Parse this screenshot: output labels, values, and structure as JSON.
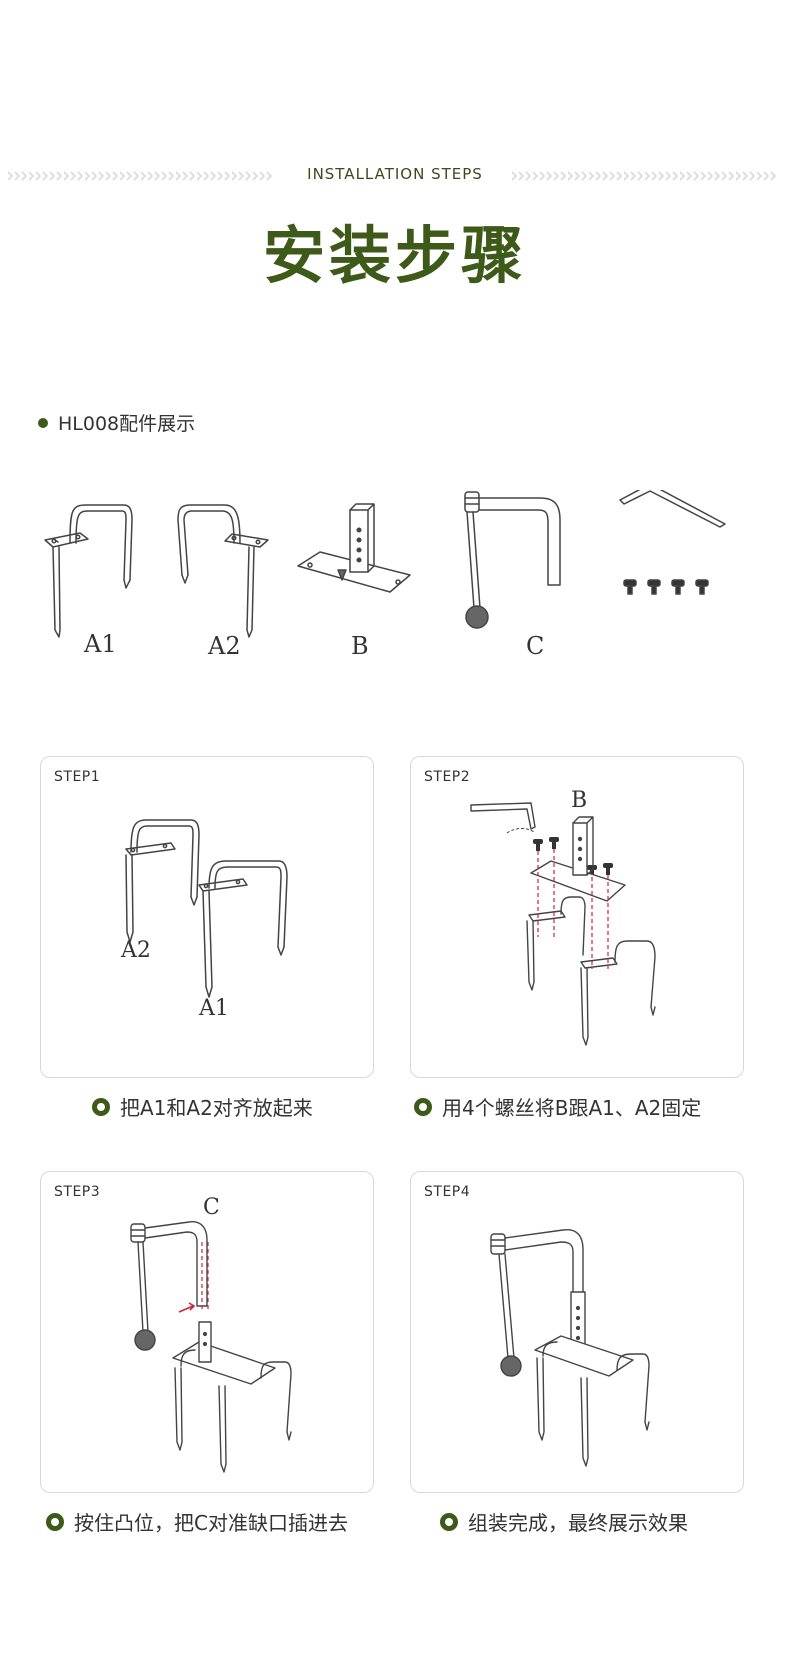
{
  "header": {
    "subtitle_en": "INSTALLATION STEPS",
    "title_cn": "安装步骤"
  },
  "accent_color": "#3e5a19",
  "parts_section": {
    "heading": "HL008配件展示",
    "parts": [
      {
        "label": "A1"
      },
      {
        "label": "A2"
      },
      {
        "label": "B"
      },
      {
        "label": "C"
      }
    ]
  },
  "steps": [
    {
      "step": "STEP1",
      "labels": [
        "A2",
        "A1"
      ],
      "caption": "把A1和A2对齐放起来"
    },
    {
      "step": "STEP2",
      "labels": [
        "B"
      ],
      "caption": "用4个螺丝将B跟A1、A2固定"
    },
    {
      "step": "STEP3",
      "labels": [
        "C"
      ],
      "caption": "按住凸位，把C对准缺口插进去"
    },
    {
      "step": "STEP4",
      "labels": [],
      "caption": "组装完成，最终展示效果"
    }
  ]
}
